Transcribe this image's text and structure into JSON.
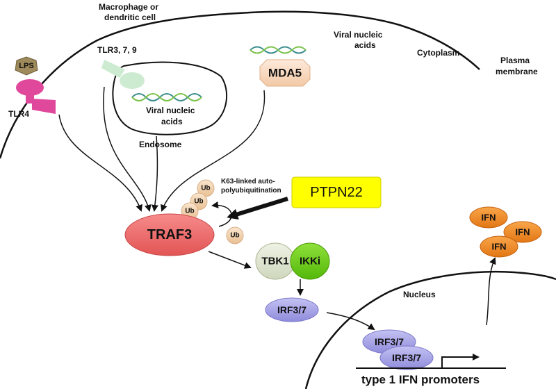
{
  "labels": {
    "cell": [
      "Macrophage or",
      "dendritic cell"
    ],
    "viral_top": [
      "Viral nucleic",
      "acids"
    ],
    "cytoplasm": "Cytoplasm",
    "plasma_membrane": [
      "Plasma",
      "membrane"
    ],
    "lps": "LPS",
    "tlr4": "TLR4",
    "tlr379": "TLR3, 7, 9",
    "mda5": "MDA5",
    "viral_endosome": [
      "Viral nucleic",
      "acids"
    ],
    "endosome": "Endosome",
    "k63": [
      "K63-linked auto-",
      "polyubiquitination"
    ],
    "ptpn22": "PTPN22",
    "ub": "Ub",
    "traf3": "TRAF3",
    "tbk1": "TBK1",
    "ikki": "IKKi",
    "irf37": "IRF3/7",
    "nucleus": "Nucleus",
    "ifn": "IFN",
    "promoters": "type 1 IFN promoters"
  },
  "colors": {
    "lps": "#9e8a5a",
    "tlr4": "#e0489c",
    "tlr379": "#cdebd0",
    "mda5": "#f9dcc4",
    "ptpn22": "#ffff00",
    "traf3": "#f26a6a",
    "tbk1": "#dfe6d0",
    "ikki": "#6ccf1a",
    "irf": "#a9a6e8",
    "ifn": "#f08a24",
    "ub": "#f3d4b1"
  }
}
